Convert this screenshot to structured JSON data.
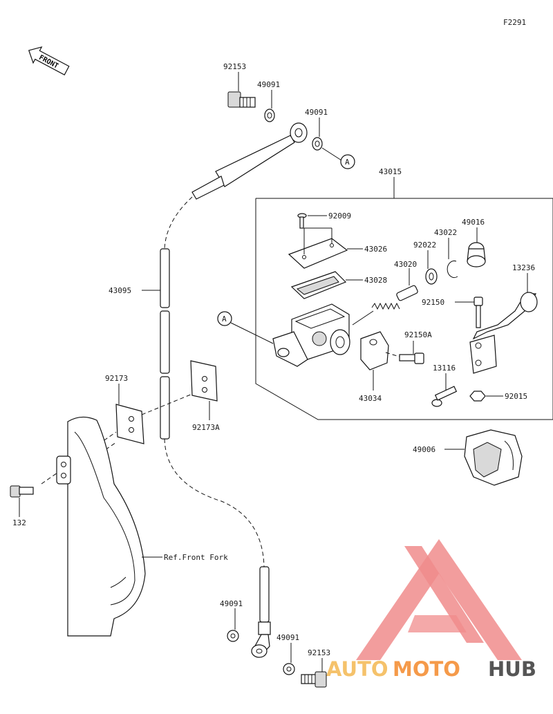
{
  "figure_code": "F2291",
  "front_label": "FRONT",
  "callout_a": "A",
  "labels": {
    "p92153_top": "92153",
    "p49091_top1": "49091",
    "p49091_top2": "49091",
    "p43015": "43015",
    "p92009": "92009",
    "p43026": "43026",
    "p43028": "43028",
    "p49016": "49016",
    "p43022": "43022",
    "p92022": "92022",
    "p43020": "43020",
    "p13236": "13236",
    "p92150": "92150",
    "p92150A": "92150A",
    "p13116": "13116",
    "p92015": "92015",
    "p43034": "43034",
    "p43095": "43095",
    "p92173": "92173",
    "p92173A": "92173A",
    "p132": "132",
    "p49006": "49006",
    "ref_front_fork": "Ref.Front Fork",
    "p49091_bot1": "49091",
    "p49091_bot2": "49091",
    "p92153_bot": "92153"
  },
  "watermark": {
    "auto": "AUTO",
    "moto": "MOTO",
    "hub": "HUB",
    "colors": {
      "primary": "#f08c8c",
      "auto": "#f5c26b",
      "moto": "#f59a4a",
      "hub": "#555555"
    }
  }
}
